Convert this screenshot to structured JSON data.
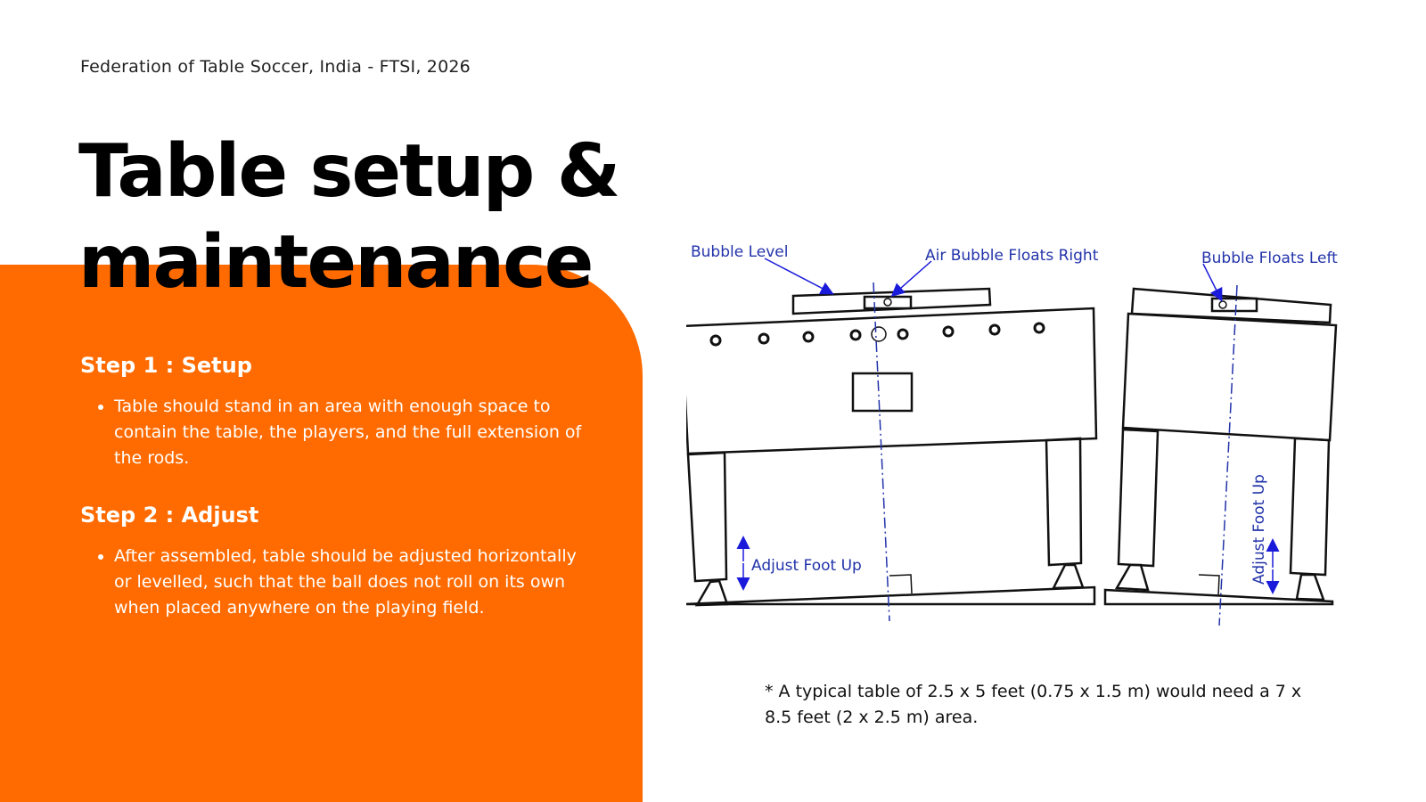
{
  "header": {
    "org": "Federation of Table Soccer, India - FTSI, 2026"
  },
  "title": {
    "line1": "Table setup &",
    "line2": "maintenance"
  },
  "steps": [
    {
      "heading": "Step 1 : Setup",
      "bullets": [
        "Table should stand in an area with enough space to contain the table, the players, and the full extension of the rods."
      ]
    },
    {
      "heading": "Step 2 : Adjust",
      "bullets": [
        "After assembled, table should be adjusted horizontally or levelled, such that the ball does not roll on its own when placed anywhere on the playing field."
      ]
    }
  ],
  "diagram": {
    "labels": {
      "bubble_level": "Bubble Level",
      "air_bubble_right": "Air Bubble Floats Right",
      "bubble_left": "Bubble Floats Left",
      "adjust_foot_up_left": "Adjust Foot Up",
      "adjust_foot_up_right": "Adjust Foot Up"
    },
    "colors": {
      "label": "#2233aa",
      "arrow": "#1a1adb",
      "line": "#111111",
      "centerline": "#2233aa"
    }
  },
  "footnote": {
    "text": "* A typical table of 2.5 x 5 feet (0.75 x 1.5 m) would need a 7 x 8.5 feet (2 x 2.5 m) area."
  },
  "colors": {
    "accent": "#ff6b00",
    "text": "#111111",
    "on_accent": "#ffffff"
  }
}
